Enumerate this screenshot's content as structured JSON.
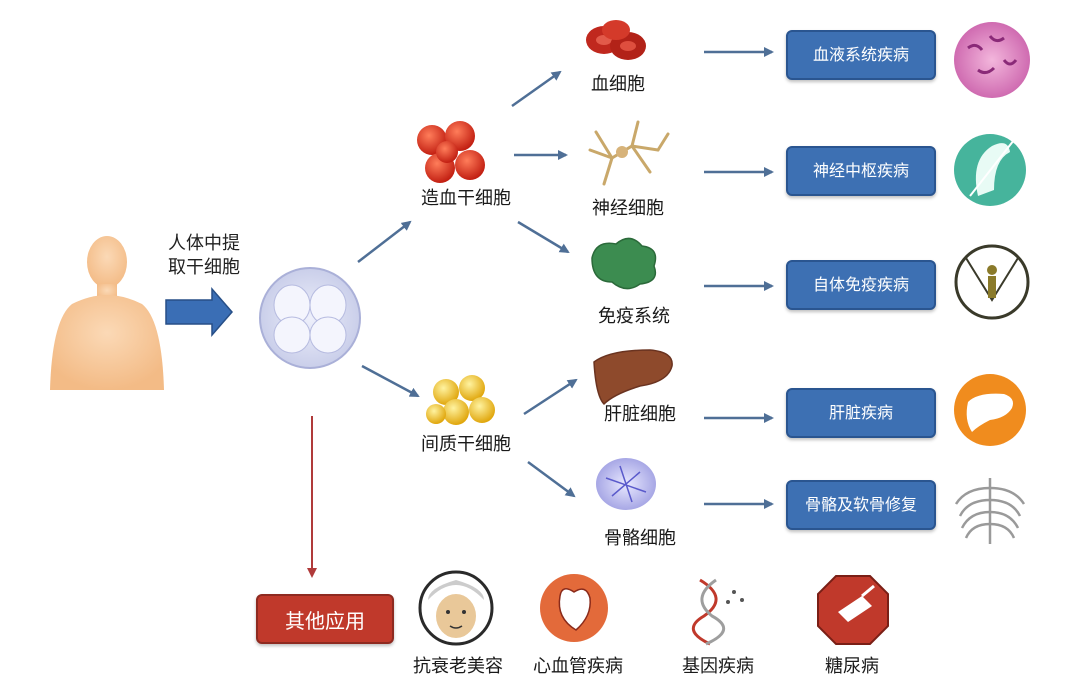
{
  "source": {
    "line1": "人体中提",
    "line2": "取干细胞"
  },
  "stem_cells": {
    "hematopoietic": "造血干细胞",
    "mesenchymal": "间质干细胞"
  },
  "cells": {
    "blood": "血细胞",
    "nerve": "神经细胞",
    "immune": "免疫系统",
    "liver": "肝脏细胞",
    "bone": "骨骼细胞"
  },
  "diseases": {
    "blood": "血液系统疾病",
    "nerve": "神经中枢疾病",
    "immune": "自体免疫疾病",
    "liver": "肝脏疾病",
    "bone": "骨骼及软骨修复"
  },
  "other": {
    "title": "其他应用",
    "items": [
      "抗衰老美容",
      "心血管疾病",
      "基因疾病",
      "糖尿病"
    ]
  },
  "colors": {
    "arrow": "#4f6f96",
    "disease_box": "#3d70b3",
    "other_box": "#c0392b",
    "body": "#f6c79a",
    "hematopoietic": "#d9331f",
    "mesenchymal": "#f2c81b"
  }
}
